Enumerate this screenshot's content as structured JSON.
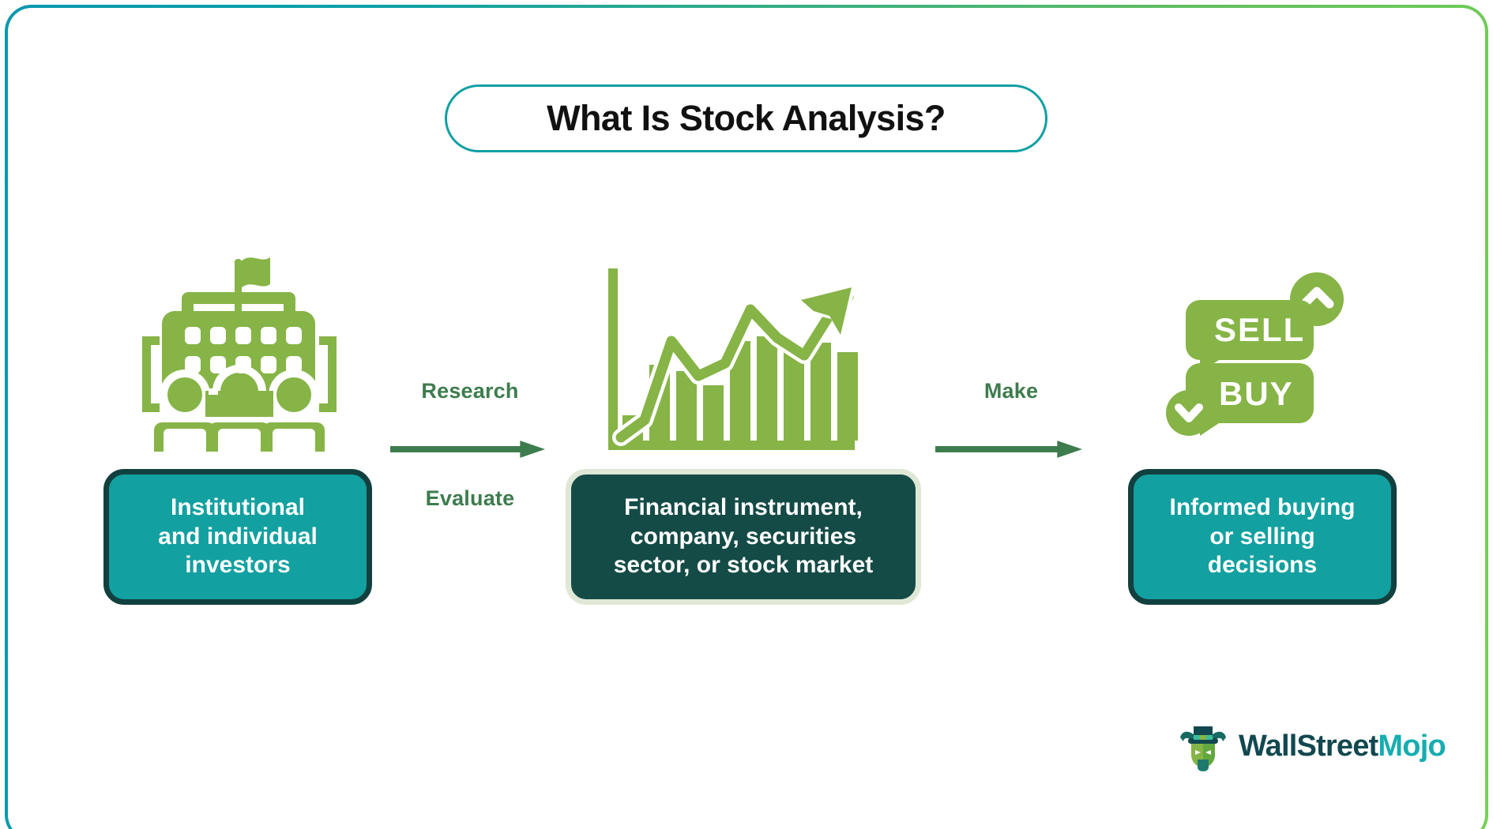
{
  "page": {
    "title": "What Is Stock Analysis?",
    "background": "#ffffff",
    "frame_gradient_from": "#0798ae",
    "frame_gradient_to": "#76d155"
  },
  "title_pill": {
    "text": "What Is Stock Analysis?",
    "border_color": "#10a0a4",
    "text_color": "#111111"
  },
  "flow": {
    "steps": [
      {
        "id": "investors",
        "icon": "investors-building-icon",
        "icon_color": "#86b446",
        "box_text": "Institutional\nand individual\ninvestors",
        "box_fill": "#13a0a0",
        "box_border": "#11403f",
        "box_text_color": "#ffffff"
      },
      {
        "id": "subject",
        "icon": "growth-chart-icon",
        "icon_color": "#86b446",
        "box_text": "Financial instrument,\ncompany, securities\nsector, or stock market",
        "box_fill": "#154b47",
        "box_border": "#dfe7d6",
        "box_text_color": "#ffffff"
      },
      {
        "id": "decisions",
        "icon": "sell-buy-icon",
        "icon_color": "#86b446",
        "box_text": "Informed buying\nor selling\ndecisions",
        "box_fill": "#13a0a0",
        "box_border": "#11403f",
        "box_text_color": "#ffffff"
      }
    ],
    "connectors": [
      {
        "id": "connector-1",
        "label_top": "Research",
        "label_bottom": "Evaluate",
        "color": "#3d7c4d"
      },
      {
        "id": "connector-2",
        "label_top": "Make",
        "label_bottom": "",
        "color": "#3d7c4d"
      }
    ]
  },
  "icons": {
    "sell_badge_text": "SELL",
    "buy_badge_text": "BUY",
    "chevron_up": "chevron-up-icon",
    "chevron_down": "chevron-down-icon"
  },
  "brand": {
    "name_part_1": "WallStreet",
    "name_part_2": "Mojo",
    "color_part_1": "#12484f",
    "color_part_2": "#15adb0",
    "logo": "bull-with-tophat-logo"
  }
}
